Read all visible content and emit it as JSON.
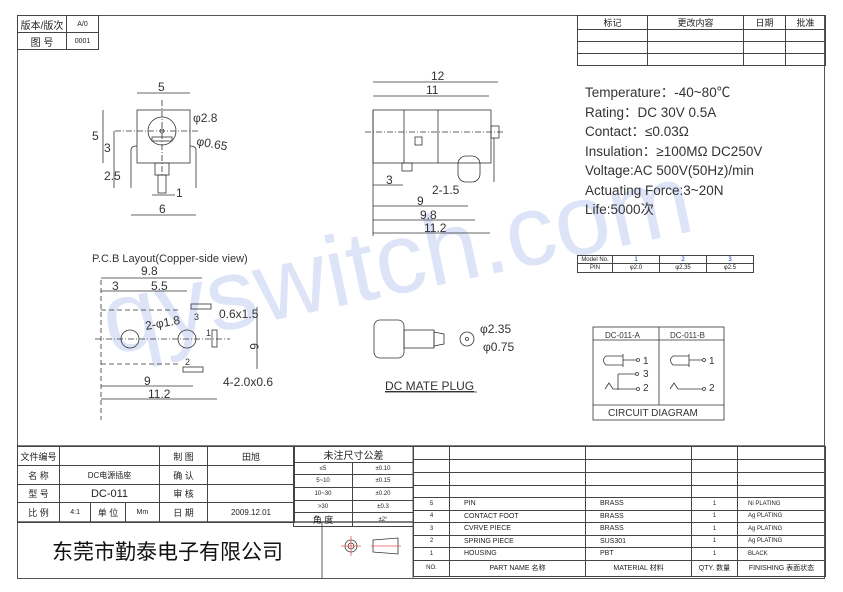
{
  "header": {
    "version_label": "版本/版次",
    "version": "A/0",
    "drawing_no_label": "图 号",
    "drawing_no": "0001"
  },
  "revision": {
    "headers": [
      "标记",
      "更改内容",
      "日期",
      "批准"
    ]
  },
  "specs": [
    "Temperature：-40~80℃",
    "Rating：DC 30V 0.5A",
    "Contact：≤0.03Ω",
    "Insulation：≥100MΩ DC250V",
    "Voltage:AC 500V(50Hz)/min",
    "Actuating Force:3~20N",
    "Life:5000次"
  ],
  "model_table": {
    "headers": [
      "Model No.",
      "1",
      "2",
      "3"
    ],
    "row": [
      "PIN",
      "φ2.0",
      "φ2.35",
      "φ2.5"
    ]
  },
  "front_view": {
    "dims": [
      "5",
      "5",
      "3",
      "2.5",
      "φ2.8",
      "φ0.65",
      "1",
      "6"
    ]
  },
  "side_view": {
    "dims": [
      "12",
      "11",
      "3",
      "2-1.5",
      "9",
      "9.8",
      "11.2"
    ]
  },
  "pcb": {
    "title": "P.C.B Layout(Copper-side view)",
    "dims": [
      "9.8",
      "3",
      "5.5",
      "3",
      "0.6x1.5",
      "2-φ1.8",
      "1",
      "6",
      "2",
      "4-2.0x0.6",
      "9",
      "11.2"
    ]
  },
  "plug": {
    "title": "DC MATE PLUG",
    "dims": [
      "φ2.35",
      "φ0.75"
    ]
  },
  "circuit": {
    "col_a": "DC-011-A",
    "col_b": "DC-011-B",
    "title": "CIRCUIT DIAGRAM",
    "pins": [
      "1",
      "3",
      "2",
      "1",
      "2"
    ]
  },
  "title_block": {
    "file_no_label": "文件编号",
    "file_no": "",
    "name_label": "名  称",
    "name": "DC电源插座",
    "model_label": "型  号",
    "model": "DC-011",
    "scale_label": "比  例",
    "scale": "4:1",
    "unit_label": "单 位",
    "unit": "Mm",
    "drawn_label": "制  图",
    "drawn": "田旭",
    "confirm_label": "确  认",
    "confirm": "",
    "review_label": "审  核",
    "review": "",
    "date_label": "日  期",
    "date": "2009.12.01",
    "tol_title": "未注尺寸公差",
    "tolerances": [
      [
        "≤5",
        "±0.10"
      ],
      [
        "5~10",
        "±0.15"
      ],
      [
        "10~30",
        "±0.20"
      ],
      [
        ">30",
        "±0.3"
      ],
      [
        "角  度",
        "±2°"
      ]
    ],
    "company": "东莞市勤泰电子有限公司"
  },
  "parts": {
    "rows": [
      [
        "5",
        "PIN",
        "BRASS",
        "1",
        "Ni PLATING"
      ],
      [
        "4",
        "CONTACT  FOOT",
        "BRASS",
        "1",
        "Ag PLATING"
      ],
      [
        "3",
        "CVRVE  PIECE",
        "BRASS",
        "1",
        "Ag PLATING"
      ],
      [
        "2",
        "SPRING  PIECE",
        "SUS301",
        "1",
        "Ag PLATING"
      ],
      [
        "1",
        "HOUSING",
        "PBT",
        "1",
        "BLACK"
      ]
    ],
    "headers": [
      "NO.",
      "PART  NAME 名称",
      "MATERIAL 材料",
      "QTY. 数量",
      "FINISHING 表面状态"
    ]
  },
  "watermark": "qyswitch.com"
}
